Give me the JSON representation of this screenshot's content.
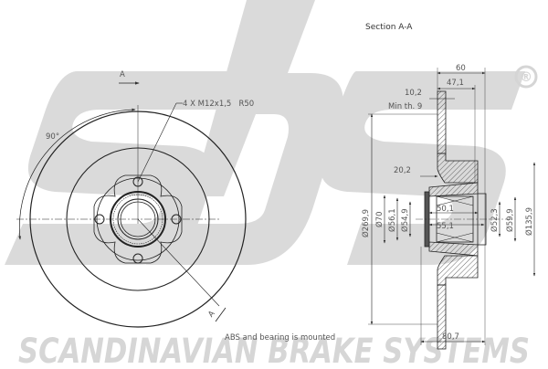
{
  "watermark": {
    "logo": "sbs",
    "registered_mark": "®",
    "company": "SCANDINAVIAN BRAKE SYSTEMS",
    "color": "#d9d9d9"
  },
  "front_view": {
    "section_marker_top": "A",
    "section_marker_bottom": "A",
    "angle_label": "90°",
    "bolt_callout": "4 X M12x1,5   R50"
  },
  "section_view": {
    "title": "Section A-A",
    "dimensions": {
      "overall_width": "60",
      "hub_offset": "47,1",
      "disc_thickness": "10,2",
      "min_thickness": "Min th. 9",
      "bearing_offset": "20,2",
      "bearing_inner_a": "50,1",
      "bearing_inner_b": "55,1",
      "outer_diameter": "Ø269,9",
      "d70": "Ø70",
      "d56_1": "Ø56,1",
      "d54_9": "Ø54,9",
      "d52_3": "Ø52,3",
      "d59_9": "Ø59,9",
      "d135_9": "Ø135,9",
      "overall_height": "80,7"
    }
  },
  "note": "ABS and bearing is mounted"
}
